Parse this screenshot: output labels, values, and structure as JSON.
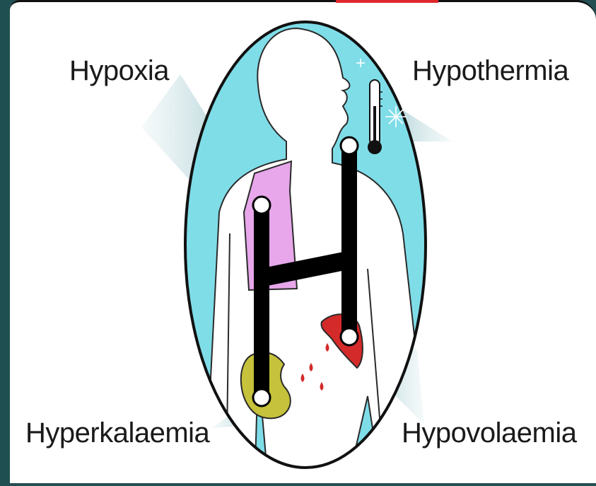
{
  "labels": {
    "top_left": "Hypoxia",
    "top_right": "Hypothermia",
    "bottom_left": "Hyperkalaemia",
    "bottom_right": "Hypovolaemia"
  },
  "colors": {
    "background": "#1f4f51",
    "oval_fill": "#7fdde8",
    "lung": "#e7a7ea",
    "kidney": "#c6c23b",
    "liver": "#d42a2a",
    "blood": "#d42a2a",
    "h_letter": "#000000"
  },
  "icons": [
    "thermometer-icon",
    "snowflake-icon",
    "lung-icon",
    "kidney-icon",
    "bleeding-organ-icon"
  ]
}
